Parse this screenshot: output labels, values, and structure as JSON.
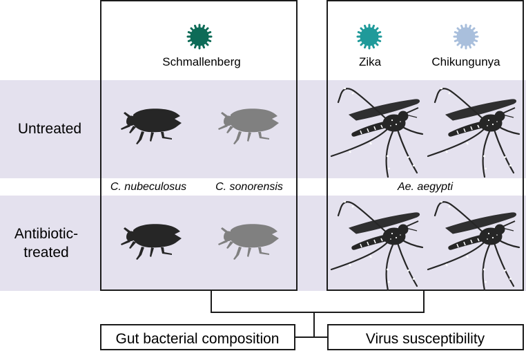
{
  "colors": {
    "band": "#e4e1ee",
    "schmallenberg_virus": "#0d6b57",
    "zika_virus": "#1f9a9a",
    "chikungunya_virus": "#a9bfdc",
    "insect_dark": "#262626",
    "insect_light": "#808080",
    "line": "#1a1a1a"
  },
  "viruses": {
    "schmallenberg": {
      "label": "Schmallenberg",
      "icon": "virus-icon"
    },
    "zika": {
      "label": "Zika",
      "icon": "virus-icon"
    },
    "chikungunya": {
      "label": "Chikungunya",
      "icon": "virus-icon"
    }
  },
  "rows": {
    "untreated": "Untreated",
    "antibiotic_line1": "Antibiotic-",
    "antibiotic_line2": "treated"
  },
  "species": {
    "c_nubeculosus": "C. nubeculosus",
    "c_sonorensis": "C. sonorensis",
    "ae_aegypti": "Ae. aegypti"
  },
  "outputs": {
    "gut": "Gut bacterial composition",
    "virus": "Virus susceptibility"
  }
}
